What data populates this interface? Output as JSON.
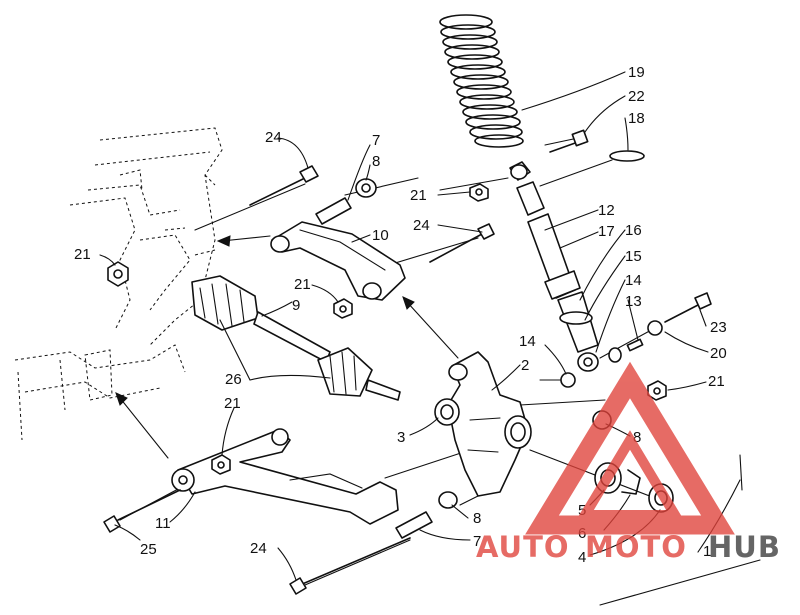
{
  "diagram": {
    "callouts": {
      "c1": "1",
      "c2": "2",
      "c3": "3",
      "c4": "4",
      "c5": "5",
      "c6": "6",
      "c7a": "7",
      "c7b": "7",
      "c8a": "8",
      "c8b": "8",
      "c8c": "8",
      "c9": "9",
      "c10": "10",
      "c11": "11",
      "c12": "12",
      "c13": "13",
      "c14a": "14",
      "c14b": "14",
      "c15": "15",
      "c16": "16",
      "c17": "17",
      "c18": "18",
      "c19": "19",
      "c20": "20",
      "c21a": "21",
      "c21b": "21",
      "c21c": "21",
      "c21d": "21",
      "c21e": "21",
      "c22": "22",
      "c23": "23",
      "c24a": "24",
      "c24b": "24",
      "c24c": "24",
      "c25": "25",
      "c26": "26"
    }
  },
  "watermark": {
    "word_auto": "AUTO",
    "word_moto": "MOTO",
    "word_hub": "HUB",
    "color_red": "#e0423a",
    "color_dark": "#3a3a3a"
  }
}
